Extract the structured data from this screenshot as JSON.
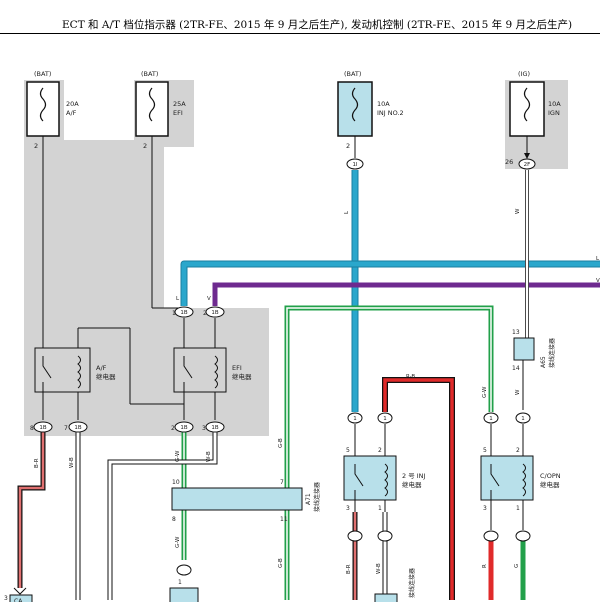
{
  "title": "ECT 和 A/T 档位指示器 (2TR-FE、2015 年 9 月之后生产), 发动机控制 (2TR-FE、2015 年 9 月之后生产)",
  "colors": {
    "shade": "#d3d3d3",
    "light_blue": "#b8e0ea",
    "wire_L": "#2aa7cc",
    "wire_V": "#6e2a8f",
    "wire_G": "#22a04a",
    "wire_R": "#e02a2a",
    "wire_W": "#ffffff",
    "border": "#111111"
  },
  "fuses": [
    {
      "supply": "(BAT)",
      "rating": "20A",
      "name": "A/F",
      "pin": "2"
    },
    {
      "supply": "(BAT)",
      "rating": "25A",
      "name": "EFI",
      "pin": "2"
    },
    {
      "supply": "(BAT)",
      "rating": "10A",
      "name": "INJ NO.2",
      "pin": "2",
      "conn": "1I"
    },
    {
      "supply": "(IG)",
      "rating": "10A",
      "name": "IGN",
      "pin": "26",
      "conn": "2F"
    }
  ],
  "relays": [
    {
      "name_en": "A/F",
      "name_cn": "继电器"
    },
    {
      "name_en": "EFI",
      "name_cn": "继电器"
    },
    {
      "name_en": "2 号 INJ",
      "name_cn": "继电器"
    },
    {
      "name_en": "C/OPN",
      "name_cn": "继电器"
    }
  ],
  "connectors": [
    {
      "id": "A65",
      "desc": "接线连接器",
      "pin_top": "13",
      "pin_bottom": "14"
    },
    {
      "id": "A71",
      "desc": "接线连接器",
      "pin_tl": "10",
      "pin_tr": "7",
      "pin_bl": "8",
      "pin_br": "11"
    }
  ],
  "wire_labels": {
    "L": "L",
    "V": "V",
    "W": "W",
    "G_W": "G-W",
    "B_R": "B-R",
    "W_B": "W-B",
    "G_B": "G-B",
    "R_B": "R-B",
    "R": "R",
    "G": "G"
  },
  "terminals": {
    "t1": "1",
    "t2": "2",
    "t3": "3",
    "t5": "5",
    "t7": "7",
    "t8": "8",
    "c1B": "1B",
    "c1I": "1I",
    "c2F": "2F",
    "cCA": "CA"
  },
  "bottom_label": "接线连接器"
}
